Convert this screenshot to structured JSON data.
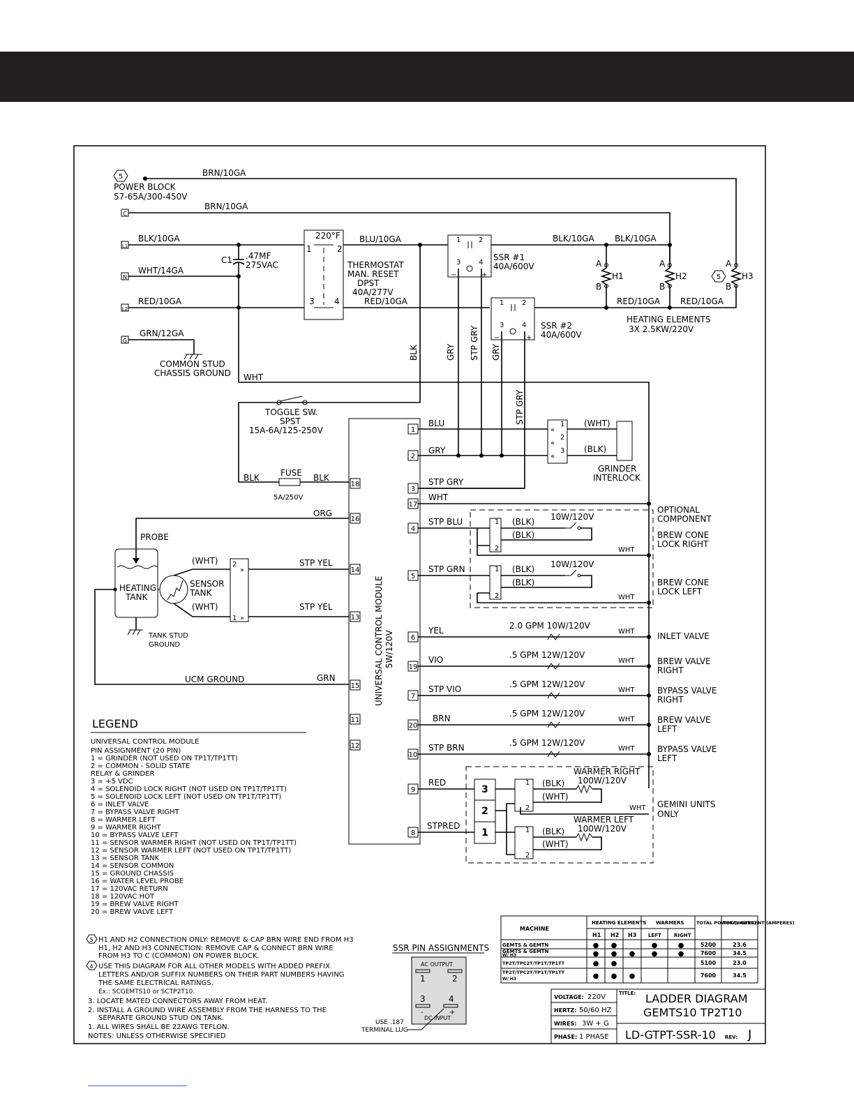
{
  "power_block": {
    "marker": "5",
    "name": "POWER BLOCK",
    "rating": "57-65A/300-450V",
    "terminals": [
      "C",
      "L1",
      "N",
      "L2",
      "G"
    ]
  },
  "wires": {
    "top_brn": "BRN/10GA",
    "c_brn": "BRN/10GA",
    "l1_blk": "BLK/10GA",
    "n_wht": "WHT/14GA",
    "l2_red": "RED/10GA",
    "g_grn": "GRN/12GA",
    "blu": "BLU/10GA",
    "red_thermo": "RED/10GA",
    "blk_ssr1": "BLK/10GA",
    "blk_heat": "BLK/10GA",
    "red_h1": "RED/10GA",
    "red_h2": "RED/10GA",
    "blk_vert": "BLK",
    "gry1": "GRY",
    "stp_gry_v": "STP GRY",
    "gry2": "GRY",
    "stp_gry_v2": "STP GRY",
    "wht_main": "WHT",
    "blk_fuse_l": "BLK",
    "blk_fuse_r": "BLK",
    "org": "ORG",
    "grn_ucm": "GRN"
  },
  "capacitor": {
    "label": "C1",
    "value": ".47MF",
    "rating": "275VAC"
  },
  "ground": {
    "label1": "COMMON STUD",
    "label2": "CHASSIS GROUND"
  },
  "thermostat": {
    "temp": "220°F",
    "pin1": "1",
    "pin2": "2",
    "pin3": "3",
    "pin4": "4",
    "l1": "THERMOSTAT",
    "l2": "MAN. RESET",
    "l3": "DPST",
    "l4": "40A/277V"
  },
  "ssr1": {
    "name": "SSR #1",
    "rating": "40A/600V"
  },
  "ssr2": {
    "name": "SSR #2",
    "rating": "40A/600V"
  },
  "heaters": {
    "h1": "H1",
    "h2": "H2",
    "h3": "H3",
    "a": "A",
    "b": "B",
    "marker": "5",
    "title": "HEATING ELEMENTS",
    "rating": "3X 2.5KW/220V"
  },
  "toggle": {
    "name": "TOGGLE SW.",
    "type": "SPST",
    "rating": "15A-6A/125-250V"
  },
  "fuse": {
    "name": "FUSE",
    "rating": "5A/250V"
  },
  "probe": {
    "label": "PROBE",
    "tank1": "HEATING",
    "tank2": "TANK",
    "sensor1": "SENSOR",
    "sensor2": "TANK",
    "wht1": "(WHT)",
    "wht2": "(WHT)",
    "stud1": "TANK STUD",
    "stud2": "GROUND",
    "stp_yel1": "STP YEL",
    "stp_yel2": "STP YEL",
    "ucm_ground": "UCM GROUND"
  },
  "ucm": {
    "title": "UNIVERSAL CONTROL MODULE",
    "rating": "5W/120V",
    "left_pins": [
      "18",
      "16",
      "14",
      "13",
      "15",
      "11",
      "12"
    ],
    "right_pins": [
      "1",
      "2",
      "3",
      "17",
      "4",
      "5",
      "6",
      "19",
      "7",
      "20",
      "10",
      "9",
      "8"
    ]
  },
  "right_wires": {
    "blu": "BLU",
    "gry": "GRY",
    "stp_gry": "STP GRY",
    "wht": "WHT",
    "stp_blu": "STP BLU",
    "stp_grn": "STP GRN",
    "yel": "YEL",
    "vio": "VIO",
    "stp_vio": "STP VIO",
    "brn": "BRN",
    "stp_brn": "STP BRN",
    "red": "RED",
    "stp_red": "STPRED"
  },
  "grinder": {
    "wht": "(WHT)",
    "blk": "(BLK)",
    "l1": "GRINDER",
    "l2": "INTERLOCK",
    "p1": "1",
    "p2": "2",
    "p3": "3"
  },
  "optional": {
    "l1": "OPTIONAL",
    "l2": "COMPONENT"
  },
  "locks": [
    {
      "blk1": "(BLK)",
      "blk2": "(BLK)",
      "rating": "10W/120V",
      "wht": "WHT",
      "name1": "BREW CONE",
      "name2": "LOCK RIGHT"
    },
    {
      "blk1": "(BLK)",
      "blk2": "(BLK)",
      "rating": "10W/120V",
      "wht": "WHT",
      "name1": "BREW CONE",
      "name2": "LOCK LEFT"
    }
  ],
  "valves": [
    {
      "rating": "2.0 GPM 10W/120V",
      "wht": "WHT",
      "name1": "INLET VALVE",
      "name2": ""
    },
    {
      "rating": ".5 GPM 12W/120V",
      "wht": "WHT",
      "name1": "BREW VALVE",
      "name2": "RIGHT"
    },
    {
      "rating": ".5 GPM 12W/120V",
      "wht": "WHT",
      "name1": "BYPASS VALVE",
      "name2": "RIGHT"
    },
    {
      "rating": ".5 GPM 12W/120V",
      "wht": "WHT",
      "name1": "BREW VALVE",
      "name2": "LEFT"
    },
    {
      "rating": ".5 GPM 12W/120V",
      "wht": "WHT",
      "name1": "BYPASS VALVE",
      "name2": "LEFT"
    }
  ],
  "warmers": {
    "right": "WARMER RIGHT",
    "right_rating": "100W/120V",
    "left": "WARMER LEFT",
    "left_rating": "100W/120V",
    "blk1": "(BLK)",
    "wht1": "(WHT)",
    "blk2": "(BLK)",
    "wht2": "(WHT)",
    "wht": "WHT",
    "gemini1": "GEMINI UNITS",
    "gemini2": "ONLY",
    "block": [
      "3",
      "2",
      "1"
    ]
  },
  "legend": {
    "title": "LEGEND",
    "h1": "UNIVERSAL CONTROL MODULE",
    "h2": "PIN ASSIGNMENT (20 PIN)",
    "pins": [
      "1   =  GRINDER (NOT USED ON TP1T/TP1TT)",
      "2   =  COMMON - SOLID STATE",
      "         RELAY & GRINDER",
      "3   =  +5 VDC",
      "4   =  SOLENOID LOCK RIGHT (NOT USED ON TP1T/TP1TT)",
      "5   =  SOLENOID LOCK LEFT (NOT USED ON TP1T/TP1TT)",
      "6   =  INLET VALVE",
      "7   =  BYPASS VALVE RIGHT",
      "8   =  WARMER LEFT",
      "9   =  WARMER RIGHT",
      "10 =  BYPASS VALVE LEFT",
      "11 =  SENSOR WARMER RIGHT (NOT USED ON TP1T/TP1TT)",
      "12 =  SENSOR WARMER LEFT (NOT USED ON TP1T/TP1TT)",
      "13 =  SENSOR TANK",
      "14 =  SENSOR COMMON",
      "15 =  GROUND CHASSIS",
      "16 =  WATER LEVEL PROBE",
      "17 =  120VAC RETURN",
      "18 =  120VAC HOT",
      "19 =  BREW VALVE RIGHT",
      "20 =  BREW VALVE LEFT"
    ]
  },
  "notes": [
    "H1 AND H2 CONNECTION ONLY: REMOVE & CAP BRN WIRE END FROM H3",
    "H1, H2 AND H3 CONNECTION: REMOVE CAP & CONNECT BRN WIRE",
    "FROM H3 TO C (COMMON) ON POWER BLOCK.",
    "USE THIS DIAGRAM FOR ALL OTHER MODELS WITH ADDED PREFIX",
    "LETTERS AND/OR SUFFIX NUMBERS ON THEIR PART NUMBERS HAVING",
    "THE SAME ELECTRICAL RATINGS.",
    "Ex.: SCGEMTS10 or SCTP2T10.",
    "3. LOCATE MATED CONNECTORS AWAY FROM HEAT.",
    "2. INSTALL A GROUND WIRE ASSEMBLY FROM THE HARNESS TO THE",
    "SEPARATE GROUND STUD ON TANK.",
    "1. ALL WIRES SHALL BE 22AWG TEFLON.",
    "NOTES: UNLESS OTHERWISE SPECIFIED"
  ],
  "note_markers": [
    "5",
    "4"
  ],
  "ssr_pins": {
    "title": "SSR PIN ASSIGNMENTS",
    "ac": "AC OUTPUT",
    "dc": "DC INPUT",
    "p1": "1",
    "p2": "2",
    "p3": "3",
    "p4": "4",
    "minus": "-",
    "plus": "+",
    "use1": "USE .187",
    "use2": "TERMINAL LUG"
  },
  "machine_table": {
    "headers": {
      "machine": "MACHINE",
      "heating": "HEATING ELEMENTS",
      "warmers": "WARMERS",
      "power": "TOTAL POWER (WATTS)",
      "current": "TOTAL CURRENT (AMPERES)",
      "h1": "H1",
      "h2": "H2",
      "h3": "H3",
      "left": "LEFT",
      "right": "RIGHT"
    },
    "rows": [
      {
        "machine": "GEMTS & GEMTN",
        "sub": "",
        "h1": "●",
        "h2": "●",
        "h3": "",
        "left": "●",
        "right": "●",
        "power": "5200",
        "current": "23.6"
      },
      {
        "machine": "GEMTS & GEMTN",
        "sub": "W/ H3",
        "h1": "●",
        "h2": "●",
        "h3": "●",
        "left": "●",
        "right": "●",
        "power": "7600",
        "current": "34.5"
      },
      {
        "machine": "TP2T/TPC2T/TP1T/TP1TT",
        "sub": "",
        "h1": "●",
        "h2": "●",
        "h3": "",
        "left": "",
        "right": "",
        "power": "5100",
        "current": "23.0"
      },
      {
        "machine": "TP2T/TPC2T/TP1T/TP1TT",
        "sub": "W/ H3",
        "h1": "●",
        "h2": "●",
        "h3": "●",
        "left": "",
        "right": "",
        "power": "7600",
        "current": "34.5"
      }
    ]
  },
  "title_block": {
    "voltage_label": "VOLTAGE:",
    "voltage": "220V",
    "hertz_label": "HERTZ:",
    "hertz": "50/60 HZ",
    "wires_label": "WIRES:",
    "wires": "3W + G",
    "phase_label": "PHASE:",
    "phase": "1 PHASE",
    "title_label": "TITLE:",
    "title1": "LADDER DIAGRAM",
    "title2": "GEMTS10 TP2T10",
    "doc": "LD-GTPT-SSR-10",
    "rev_label": "REV:",
    "rev": "J"
  }
}
